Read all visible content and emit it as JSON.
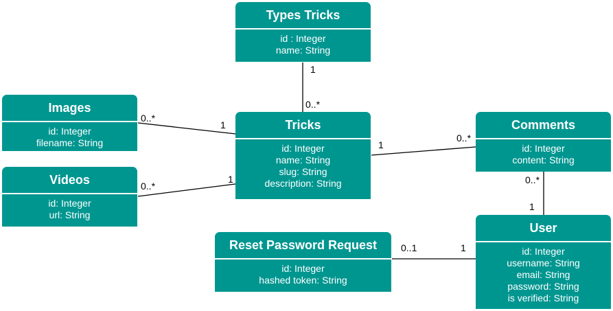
{
  "entities": {
    "types_tricks": {
      "title": "Types Tricks",
      "attrs": [
        "id : Integer",
        "name: String"
      ]
    },
    "images": {
      "title": "Images",
      "attrs": [
        "id: Integer",
        "filename: String"
      ]
    },
    "videos": {
      "title": "Videos",
      "attrs": [
        "id: Integer",
        "url: String"
      ]
    },
    "tricks": {
      "title": "Tricks",
      "attrs": [
        "id: Integer",
        "name: String",
        "slug: String",
        "description: String"
      ]
    },
    "comments": {
      "title": "Comments",
      "attrs": [
        "id: Integer",
        "content: String"
      ]
    },
    "user": {
      "title": "User",
      "attrs": [
        "id: Integer",
        "username: String",
        "email: String",
        "password: String",
        "is verified: String"
      ]
    },
    "reset_password_request": {
      "title": "Reset Password Request",
      "attrs": [
        "id: Integer",
        "hashed token: String"
      ]
    }
  },
  "multiplicities": {
    "types_tricks_end": "1",
    "tricks_from_types": "0..*",
    "images_end": "0..*",
    "tricks_from_images": "1",
    "videos_end": "0..*",
    "tricks_from_videos": "1",
    "tricks_to_comments": "1",
    "comments_from_tricks": "0..*",
    "comments_to_user": "0..*",
    "user_from_comments": "1",
    "reset_to_user": "0..1",
    "user_from_reset": "1"
  },
  "colors": {
    "entity_fill": "#009690",
    "entity_text": "#ffffff",
    "line": "#000000"
  }
}
